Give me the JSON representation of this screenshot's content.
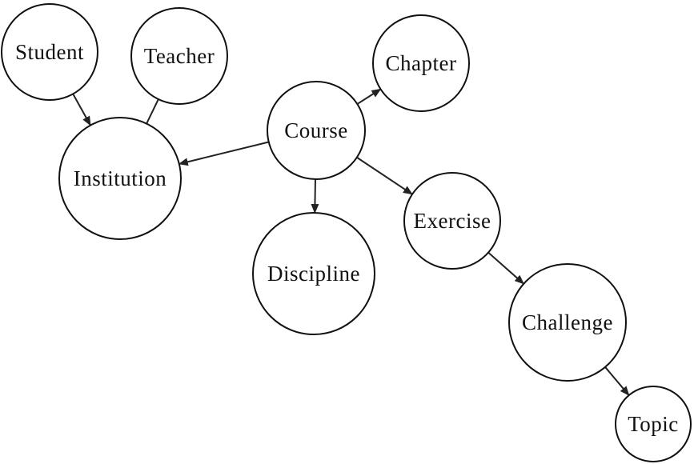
{
  "diagram": {
    "nodes": {
      "student": "Student",
      "teacher": "Teacher",
      "institution": "Institution",
      "course": "Course",
      "chapter": "Chapter",
      "discipline": "Discipline",
      "exercise": "Exercise",
      "challenge": "Challenge",
      "topic": "Topic"
    },
    "edges": [
      {
        "from": "student",
        "to": "institution",
        "arrow": true
      },
      {
        "from": "teacher",
        "to": "institution",
        "arrow": false
      },
      {
        "from": "course",
        "to": "institution",
        "arrow": true
      },
      {
        "from": "course",
        "to": "chapter",
        "arrow": true
      },
      {
        "from": "course",
        "to": "discipline",
        "arrow": true
      },
      {
        "from": "course",
        "to": "exercise",
        "arrow": true
      },
      {
        "from": "exercise",
        "to": "challenge",
        "arrow": true
      },
      {
        "from": "challenge",
        "to": "topic",
        "arrow": true
      }
    ],
    "colors": {
      "stroke": "#111111",
      "fill": "#ffffff"
    }
  }
}
